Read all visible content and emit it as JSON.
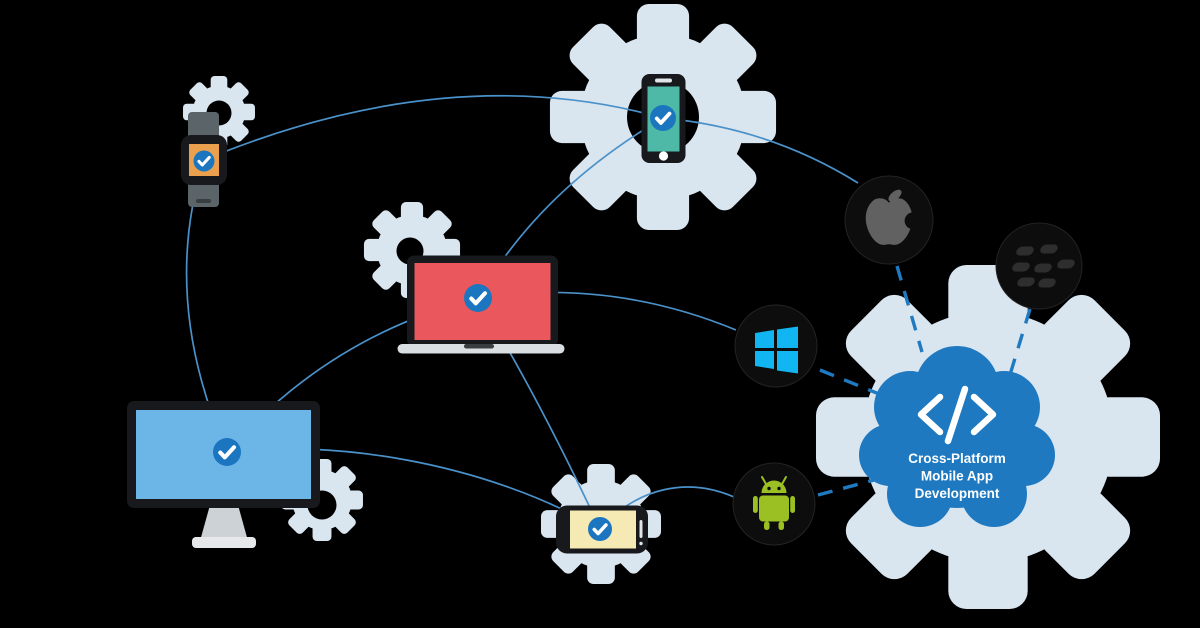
{
  "title": "Cross-Platform Mobile App Development",
  "colors": {
    "background": "#000000",
    "gear": "#d9e5ef",
    "cloud": "#1e79c0",
    "check": "#1b76bf",
    "line": "#4a91c9",
    "dash": "#1f7ac0",
    "device_body": "#17191c",
    "device_base": "#d9dee2",
    "base_notch": "#3a3d40",
    "strap": "#5b6468",
    "stand": "#cdd2d6",
    "stand_base": "#e6e8ea",
    "screen_teal": "#4db9a6",
    "screen_red": "#ea575c",
    "screen_blue": "#6cb6e7",
    "screen_yellow": "#f5e9b4",
    "screen_orange": "#eba04e",
    "platform_circle": "#0d0d0d",
    "apple_gray": "#616161",
    "windows_cyan": "#10b5f1",
    "android_green": "#9bc023",
    "blackberry_gray": "#2e2e2e",
    "label_text": "#ffffff"
  },
  "cloud": {
    "icon": "code-brackets-icon",
    "label_lines": [
      "Cross-Platform",
      "Mobile App",
      "Development"
    ]
  },
  "devices": [
    {
      "name": "smartwatch",
      "status": "checked"
    },
    {
      "name": "smartphone-portrait",
      "status": "checked"
    },
    {
      "name": "laptop",
      "status": "checked"
    },
    {
      "name": "desktop-monitor",
      "status": "checked"
    },
    {
      "name": "smartphone-landscape",
      "status": "checked"
    }
  ],
  "platforms": [
    {
      "name": "apple"
    },
    {
      "name": "windows"
    },
    {
      "name": "android"
    },
    {
      "name": "blackberry"
    }
  ]
}
